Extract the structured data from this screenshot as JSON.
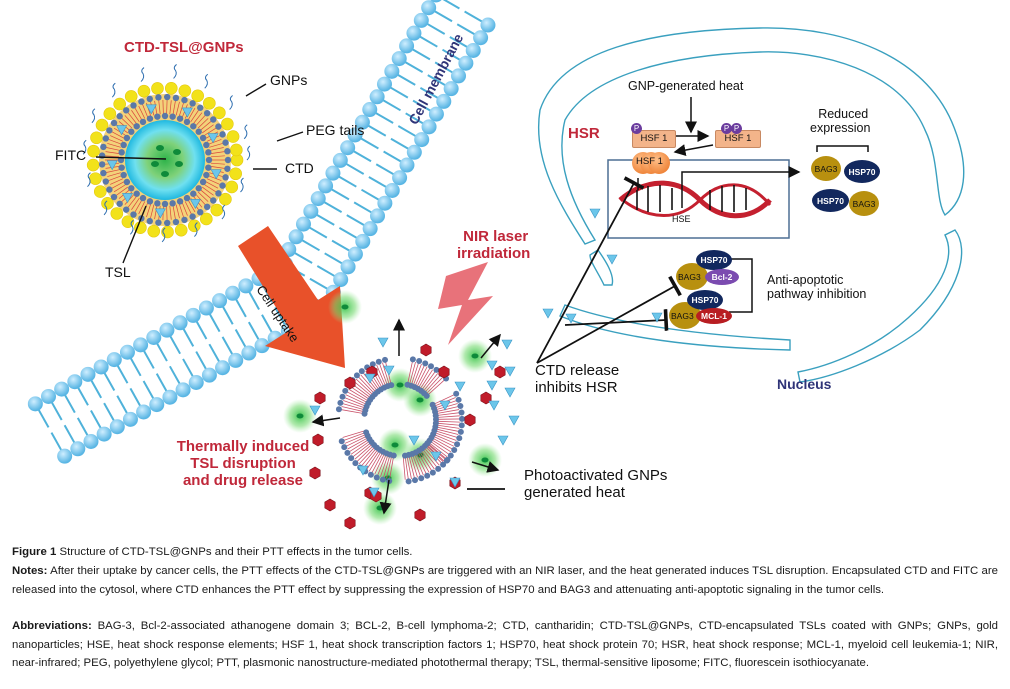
{
  "figure": {
    "title_label": "CTD-TSL@GNPs",
    "particle_labels": {
      "gnps": "GNPs",
      "peg": "PEG tails",
      "fitc": "FITC",
      "ctd": "CTD",
      "tsl": "TSL"
    },
    "cell_membrane": "Cell membrane",
    "cell_uptake": "Cell uptake",
    "nir_line1": "NIR laser",
    "nir_line2": "irradiation",
    "thermal_line1": "Thermally induced",
    "thermal_line2": "TSL disruption",
    "thermal_line3": "and drug release",
    "ctd_release_line1": "CTD release",
    "ctd_release_line2": "inhibits HSR",
    "photo_line1": "Photoactivated GNPs",
    "photo_line2": "generated heat",
    "hsr": "HSR",
    "gnp_heat": "GNP-generated heat",
    "hsf1": "HSF 1",
    "p": "P",
    "hse": "HSE",
    "reduced_line1": "Reduced",
    "reduced_line2": "expression",
    "bag3": "BAG3",
    "hsp70": "HSP70",
    "bcl2": "Bcl-2",
    "mcl1": "MCL-1",
    "anti_line1": "Anti-apoptotic",
    "anti_line2": "pathway inhibition",
    "nucleus": "Nucleus",
    "colors": {
      "accent_red": "#c0283a",
      "navy": "#2f3478",
      "membrane_blue": "#5bb8e0",
      "hsp70_navy": "#12285e",
      "bag3_gold": "#b8900f",
      "bcl2_purple": "#7b4bb0",
      "mcl1_red": "#b81d22",
      "hsf1_orange": "#f08a3a",
      "arrow_orange": "#e8512a"
    }
  },
  "caption": {
    "figure_label": "Figure 1",
    "figure_title": "Structure of CTD-TSL@GNPs and their PTT effects in the tumor cells.",
    "notes_label": "Notes:",
    "notes_text": "After their uptake by cancer cells, the PTT effects of the CTD-TSL@GNPs are triggered with an NIR laser, and the heat generated induces TSL disruption. Encapsulated CTD and FITC are released into the cytosol, where CTD enhances the PTT effect by suppressing the expression of HSP70 and BAG3 and attenuating anti-apoptotic signaling in the tumor cells.",
    "abbrev_label": "Abbreviations:",
    "abbrev_text": "BAG-3, Bcl-2-associated athanogene domain 3; BCL-2, B-cell lymphoma-2; CTD, cantharidin; CTD-TSL@GNPs, CTD-encapsulated TSLs coated with GNPs; GNPs, gold nanoparticles; HSE, heat shock response elements; HSF 1, heat shock transcription factors 1; HSP70, heat shock protein 70; HSR, heat shock response; MCL-1, myeloid cell leukemia-1; NIR, near-infrared; PEG, polyethylene glycol; PTT, plasmonic nanostructure-mediated photothermal therapy; TSL, thermal-sensitive liposome; FITC, fluorescein isothiocyanate."
  }
}
